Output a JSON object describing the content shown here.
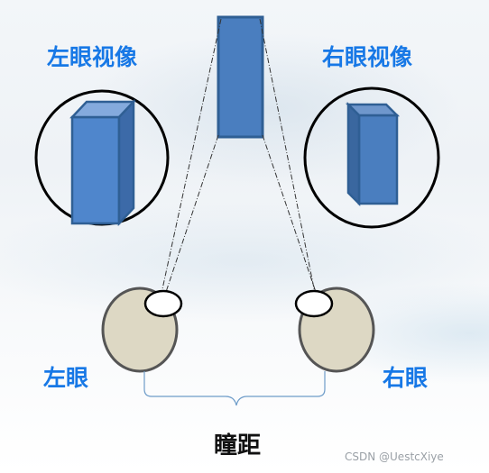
{
  "labels": {
    "left_view": "左眼视像",
    "right_view": "右眼视像",
    "left_eye": "左眼",
    "right_eye": "右眼",
    "pupil_distance": "瞳距"
  },
  "watermark": "CSDN @UestcXiye",
  "colors": {
    "label_blue": "#1778e6",
    "object_fill": "#4a7ebf",
    "object_stroke": "#2f5f94",
    "eyeball_fill": "#ddd8c4",
    "eyeball_stroke": "#555555",
    "brace": "#6e9cc9"
  }
}
